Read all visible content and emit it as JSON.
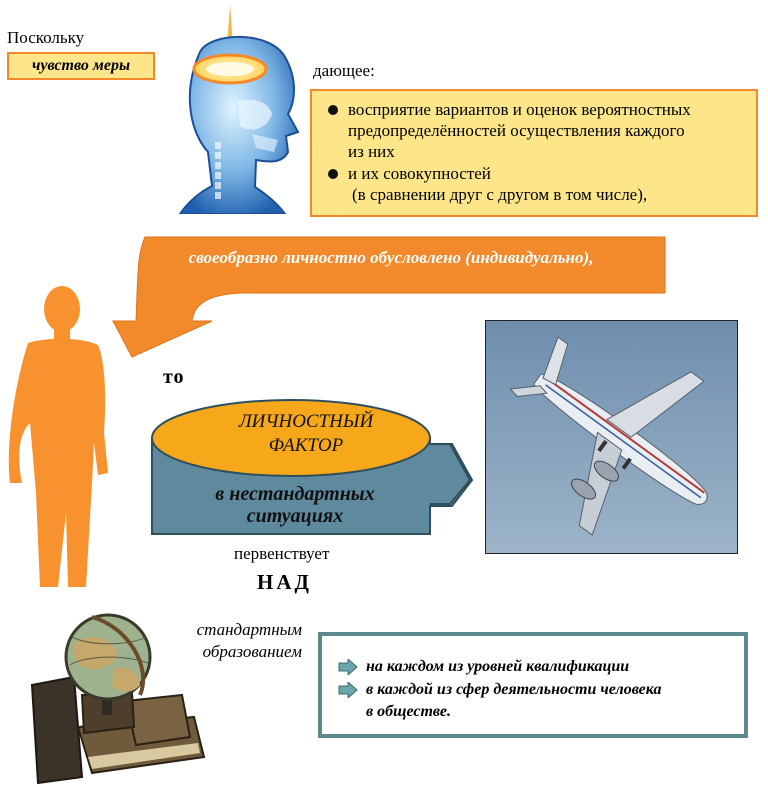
{
  "texts": {
    "poskolku": "Поскольку",
    "chuvstvo_mery": "чувство меры",
    "dayuschee": "дающее:",
    "bullets": [
      {
        "lines": [
          "восприятие вариантов и оценок вероятностных",
          "предопределённостей осуществления каждого",
          "из них"
        ]
      },
      {
        "lines": [
          "и их совокупностей",
          "(в сравнении друг с другом в том числе),"
        ]
      }
    ],
    "arrow_caption": "своеобразно личностно обусловлено (индивидуально),",
    "to": "то",
    "ellipse_line1": "ЛИЧНОСТНЫЙ",
    "ellipse_line2": "ФАКТОР",
    "cyl_line1": "в нестандартных",
    "cyl_line2": "ситуациях",
    "pervenstvuet": "первенствует",
    "nad": "НАД",
    "standart_line1": "стандартным",
    "standart_line2": "образованием",
    "teal_items": [
      {
        "lines": [
          "на каждом из уровней квалификации"
        ]
      },
      {
        "lines": [
          "в каждой из сфер деятельности человека",
          "в обществе."
        ]
      }
    ]
  },
  "colors": {
    "orange": "#f28a2c",
    "light_yellow": "#fde68a",
    "person_orange": "#f7922e",
    "ellipse_fill": "#f6a81a",
    "cylinder_fill": "#5f8a9e",
    "teal": "#5b8a8f",
    "sky": "#7d99b5"
  },
  "icons": {
    "head": "xray-head-illustration",
    "person": "person-silhouette",
    "plane": "airplane-photo",
    "globe": "globe-on-books-illustration"
  }
}
